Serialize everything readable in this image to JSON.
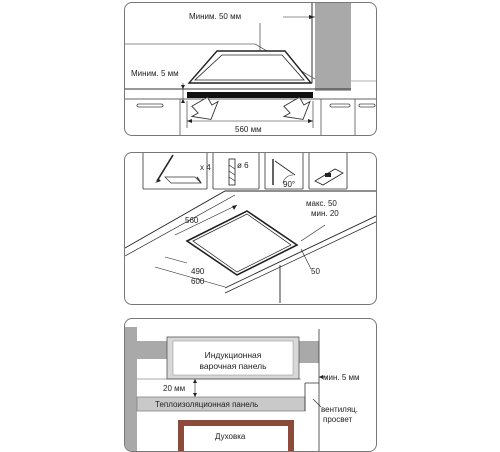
{
  "panel_install_gap": {
    "min_50": "Миним. 50 мм",
    "min_5": "Миним. 5 мм",
    "width_560": "560 мм"
  },
  "panel_cutout": {
    "dim_560": "560",
    "dim_490": "490",
    "dim_600": "600",
    "dim_50": "50",
    "max_50": "макс. 50",
    "min_20": "мин. 20",
    "drill_6": "ø 6",
    "screws_4": "x 4",
    "angle_90": "90°"
  },
  "panel_oven": {
    "hob_line1": "Индукционная",
    "hob_line2": "варочная панель",
    "gap_20": "20 мм",
    "gap_min5": "мин. 5 мм",
    "insulation": "Теплоизоляционная панель",
    "vent_line1": "вентиляц.",
    "vent_line2": "просвет",
    "oven": "Духовка"
  },
  "colors": {
    "wall_gray": "#a9a9a9",
    "panel_gray": "#c9c9c9",
    "oven_brown": "#8b4a3a",
    "line": "#333333"
  }
}
